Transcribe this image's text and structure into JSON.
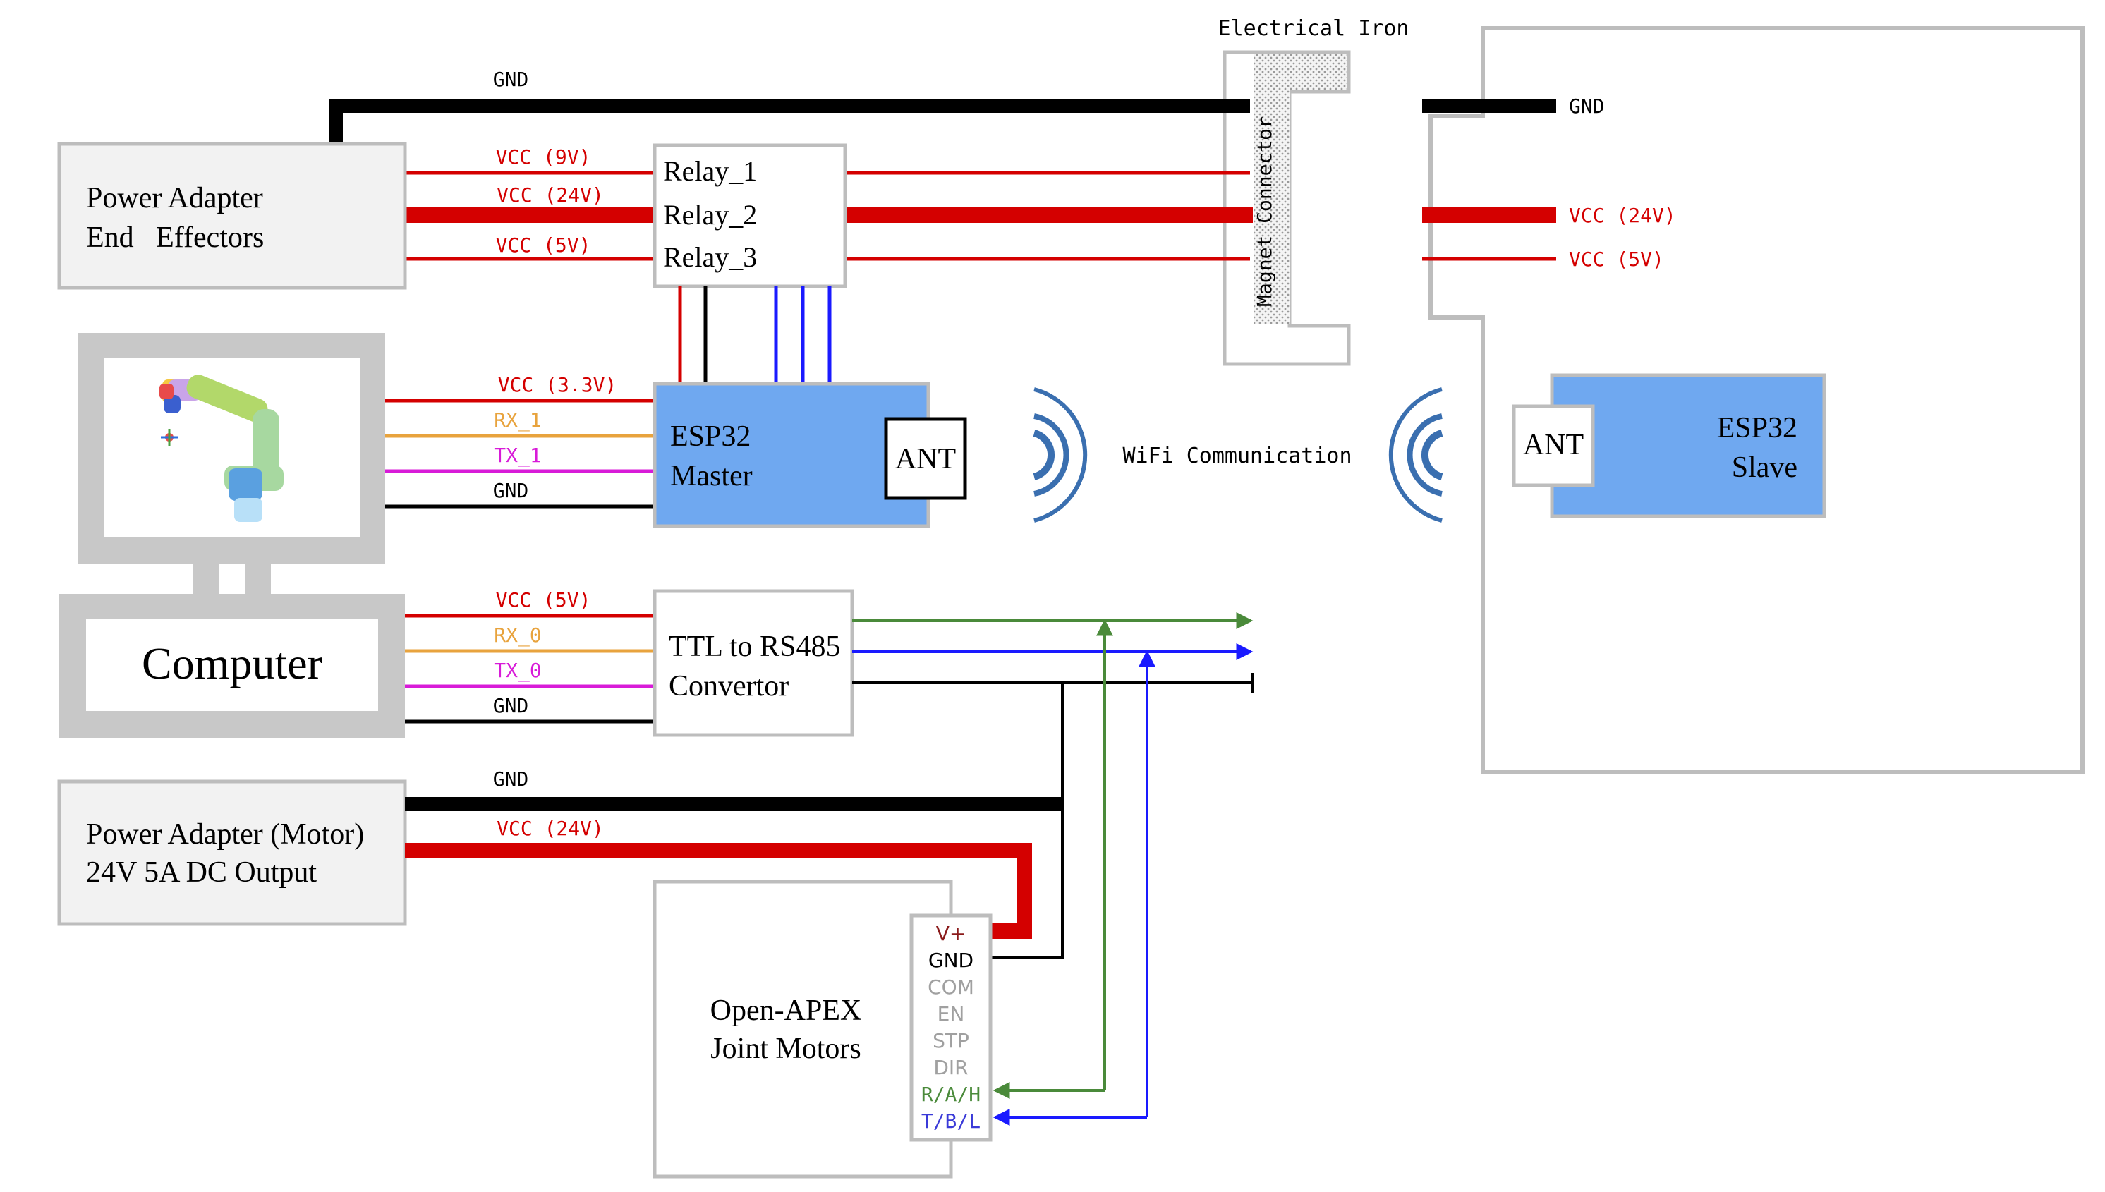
{
  "colors": {
    "red": "#d40000",
    "black": "#000000",
    "orange": "#e8a33d",
    "magenta": "#d81bd8",
    "blue": "#1a1aff",
    "green": "#4a8a3a",
    "esp_blue": "#6fa8f0",
    "box_fill": "#f2f2f2",
    "box_stroke": "#bdbdbd",
    "wifi_blue": "#3a6fb0"
  },
  "boxes": {
    "power_adapter_end_effectors": {
      "line1": "Power Adapter",
      "line2": "End   Effectors"
    },
    "relay": {
      "r1": "Relay_1",
      "r2": "Relay_2",
      "r3": "Relay_3"
    },
    "computer": {
      "label": "Computer"
    },
    "esp32_master": {
      "line1": "ESP32",
      "line2": "Master",
      "ant": "ANT"
    },
    "esp32_slave": {
      "line1": "ESP32",
      "line2": "Slave",
      "ant": "ANT"
    },
    "ttl_rs485": {
      "line1": "TTL to RS485",
      "line2": "Convertor"
    },
    "power_adapter_motor": {
      "line1": "Power Adapter (Motor)",
      "line2": "24V 5A DC Output"
    },
    "open_apex": {
      "line1": "Open-APEX",
      "line2": "Joint Motors"
    },
    "electrical_iron": {
      "title": "Electrical Iron",
      "connector": "Magnet Connector"
    },
    "wifi": {
      "label": "WiFi Communication"
    }
  },
  "wires": {
    "gnd_top": "GND",
    "vcc_9v": "VCC (9V)",
    "vcc_24v_a": "VCC (24V)",
    "vcc_5v_a": "VCC (5V)",
    "vcc_33v": "VCC (3.3V)",
    "rx1": "RX_1",
    "tx1": "TX_1",
    "gnd_esp": "GND",
    "vcc_5v_b": "VCC (5V)",
    "rx0": "RX_0",
    "tx0": "TX_0",
    "gnd_ttl": "GND",
    "gnd_motor": "GND",
    "vcc_24v_motor": "VCC (24V)",
    "slave_gnd": "GND",
    "slave_vcc_24v": "VCC (24V)",
    "slave_vcc_5v": "VCC (5V)"
  },
  "pins": [
    "V+",
    "GND",
    "COM",
    "EN",
    "STP",
    "DIR",
    "R/A/H",
    "T/B/L"
  ]
}
